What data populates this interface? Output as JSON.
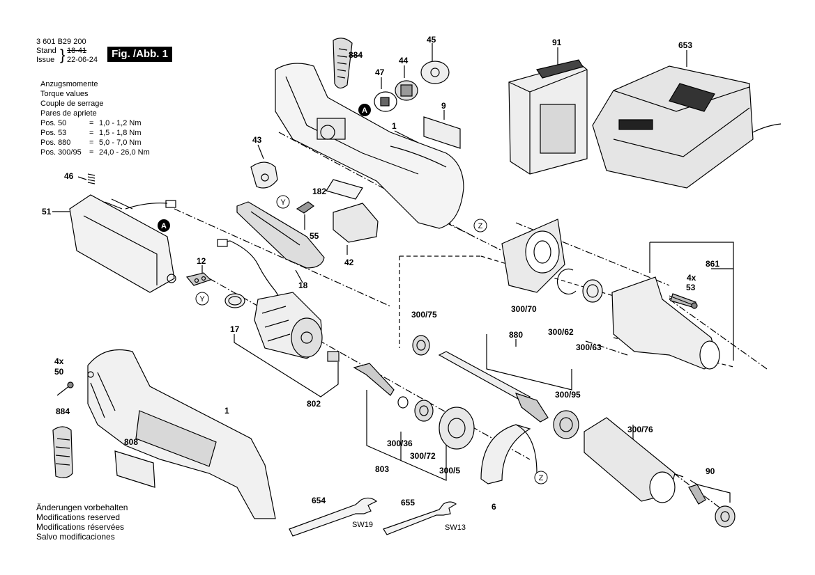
{
  "header": {
    "part_number": "3 601 B29 200",
    "stand_label": "Stand",
    "issue_label": "Issue",
    "stand_value_struck": "18-41",
    "issue_value": "22-06-24",
    "figure_label": "Fig. /Abb. 1"
  },
  "torque": {
    "titles": [
      "Anzugsmomente",
      "Torque values",
      "Couple de serrage",
      "Pares de apriete"
    ],
    "rows": [
      {
        "pos": "Pos.  50",
        "eq": "=",
        "value": "1,0 -  1,2 Nm"
      },
      {
        "pos": "Pos.  53",
        "eq": "=",
        "value": "1,5 -  1,8 Nm"
      },
      {
        "pos": "Pos. 880",
        "eq": "=",
        "value": "5,0 -  7,0 Nm"
      },
      {
        "pos": "Pos. 300/95",
        "eq": "=",
        "value": "24,0 - 26,0 Nm"
      }
    ]
  },
  "callouts": {
    "c884a": "884",
    "c45": "45",
    "c91": "91",
    "c653": "653",
    "c47": "47",
    "c44": "44",
    "c9": "9",
    "c1a": "1",
    "c43": "43",
    "c46": "46",
    "c182": "182",
    "c51": "51",
    "c55": "55",
    "c42": "42",
    "c12": "12",
    "c18": "18",
    "c861": "861",
    "c4x53": "4x",
    "c53": "53",
    "c300_70": "300/70",
    "c300_62": "300/62",
    "c300_63": "300/63",
    "c17": "17",
    "c300_75": "300/75",
    "c880": "880",
    "c4x50": "4x",
    "c50": "50",
    "c884b": "884",
    "c1b": "1",
    "c802": "802",
    "c300_95": "300/95",
    "c808": "808",
    "c300_36": "300/36",
    "c300_72": "300/72",
    "c300_76": "300/76",
    "c300_5": "300/5",
    "c803": "803",
    "c6": "6",
    "c90": "90",
    "c654": "654",
    "c655": "655"
  },
  "markers": {
    "a1": "A",
    "a2": "A",
    "y1": "Y",
    "y2": "Y",
    "z1": "Z",
    "z2": "Z"
  },
  "wrench_labels": {
    "sw19": "SW19",
    "sw13": "SW13"
  },
  "footer": [
    "Änderungen vorbehalten",
    "Modifications reserved",
    "Modifications réservées",
    "Salvo modificaciones"
  ]
}
